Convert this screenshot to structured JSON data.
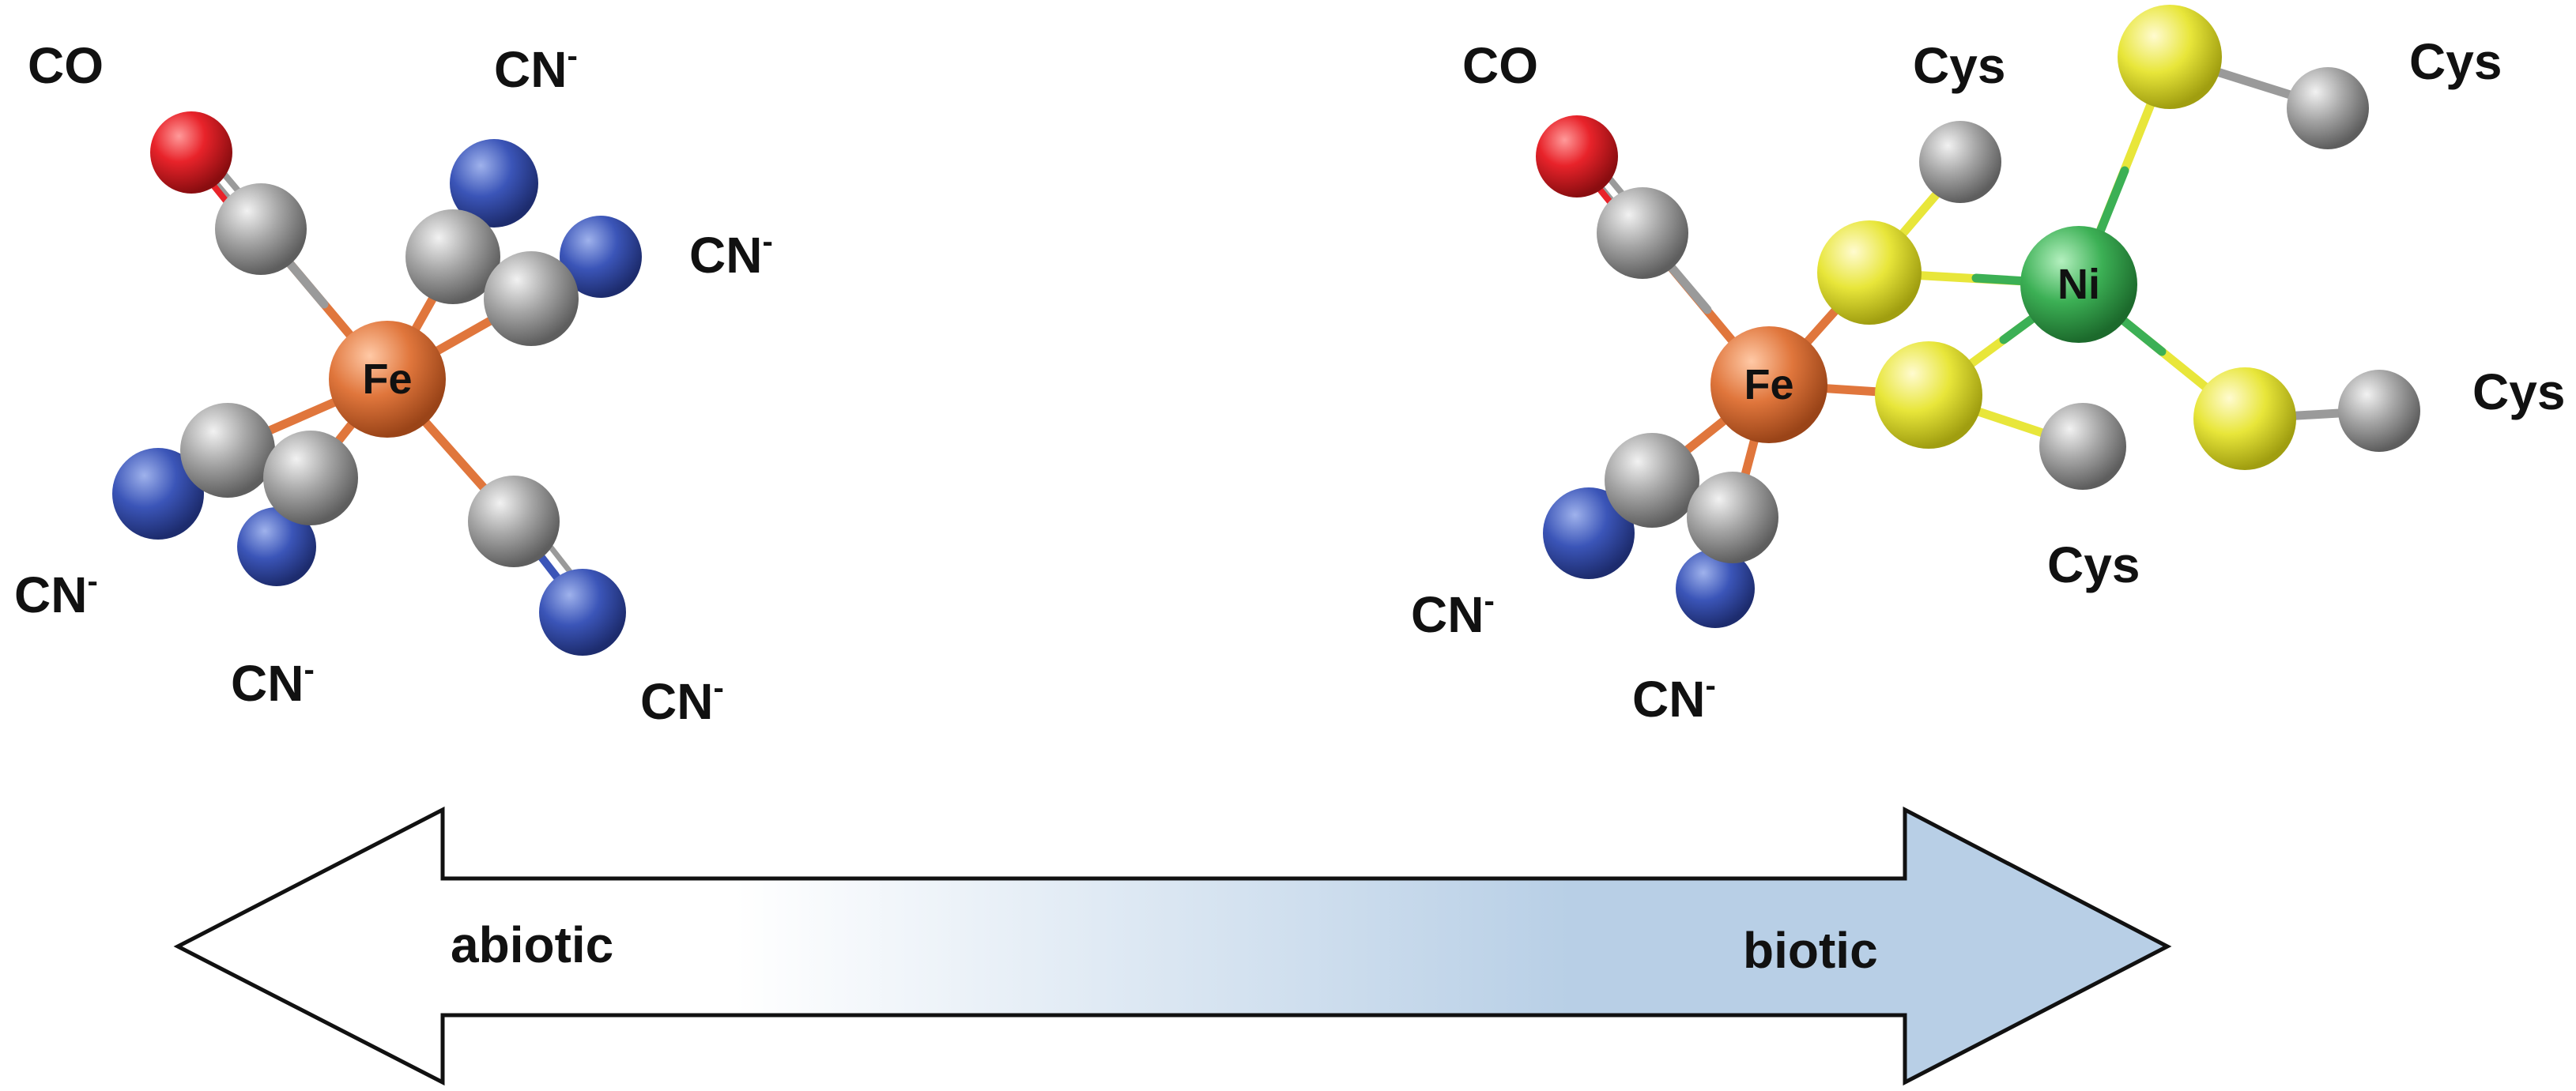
{
  "left_complex": {
    "metal": "Fe",
    "ligands": {
      "co": "CO",
      "cn_top": "CN",
      "cn_right": "CN",
      "cn_left": "CN",
      "cn_bottom": "CN",
      "cn_bottom_right": "CN"
    }
  },
  "right_complex": {
    "metal_fe": "Fe",
    "metal_ni": "Ni",
    "ligands": {
      "co": "CO",
      "cys_top": "Cys",
      "cys_top_right": "Cys",
      "cys_right": "Cys",
      "cys_bottom": "Cys",
      "cn_left": "CN",
      "cn_bottom": "CN"
    }
  },
  "charge_superscript": "-",
  "arrow": {
    "left_label": "abiotic",
    "right_label": "biotic",
    "gradient_start": "#ffffff",
    "gradient_end": "#b8cfe6"
  },
  "atom_colors": {
    "oxygen": "#e8232a",
    "carbon": "#9a9a9a",
    "nitrogen": "#3b55b8",
    "iron": "#e0763c",
    "nickel": "#3cb055",
    "sulfur": "#e8e63a"
  }
}
